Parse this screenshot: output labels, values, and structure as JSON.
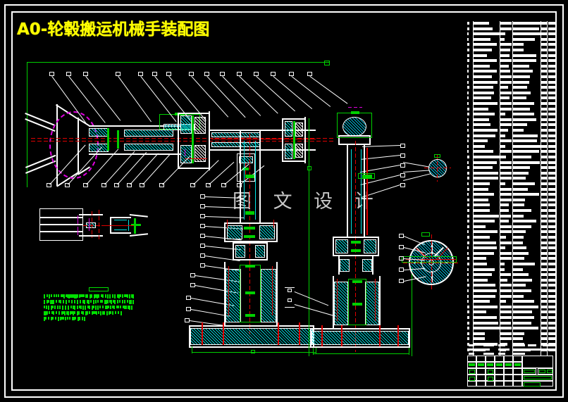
{
  "document": {
    "title": "A0-轮毂搬运机械手装配图",
    "title_color": "#ffff00",
    "background_color": "#000000",
    "watermark": "图 文 设 计",
    "watermark_color": "#d8d8d8",
    "drawing_type": "AutoCAD assembly drawing",
    "sheet_size_label": "A0"
  },
  "frame": {
    "outer_border_color": "#ffffff",
    "inner_border_color": "#ffffff"
  },
  "palette": {
    "white": "#ffffff",
    "green": "#00d000",
    "red": "#e00000",
    "cyan": "#00e5e5",
    "magenta": "#e000e0",
    "yellow": "#ffff00"
  },
  "views": [
    {
      "name": "main-horizontal-assembly",
      "description": "Gripper arm / horizontal manipulator assembly, section view",
      "position": "upper-left",
      "callout_count": 24
    },
    {
      "name": "left-detail-view",
      "description": "Side detail view of linear guide",
      "position": "middle-left"
    },
    {
      "name": "vertical-column-assembly",
      "description": "Vertical lift column with base plate, section view",
      "position": "bottom-center"
    },
    {
      "name": "rotary-column-assembly",
      "description": "Rotating column assembly with base, section view",
      "position": "bottom-center-right"
    },
    {
      "name": "wheel-hub-section",
      "description": "Circular wheel hub cross-section detail",
      "position": "right"
    },
    {
      "name": "small-round-detail",
      "description": "Small circular detail view",
      "position": "right-upper"
    }
  ],
  "bom": {
    "label": "bill-of-materials",
    "column_count": 6,
    "row_count": 62,
    "text_color": "#ffffff",
    "note": "Dense parts list table, text too small to resolve"
  },
  "title_block": {
    "label": "title-block",
    "highlight_color": "#00d000",
    "row_count": 6,
    "note": "Standard Chinese mechanical drawing title block with green highlighted fields"
  },
  "notes": {
    "label": "technical-requirements",
    "text_color": "#00e000",
    "line_count": 5,
    "note": "Technical requirement notes rendered in green, too small to resolve"
  }
}
